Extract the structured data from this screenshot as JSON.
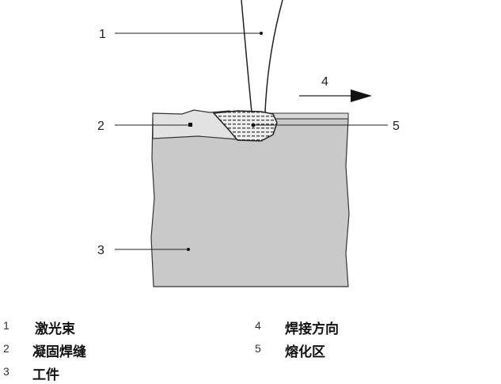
{
  "callouts": [
    "1",
    "2",
    "3",
    "4",
    "5"
  ],
  "legend": [
    {
      "num": "1",
      "text": "激光束"
    },
    {
      "num": "2",
      "text": "凝固焊缝"
    },
    {
      "num": "3",
      "text": "工件"
    },
    {
      "num": "4",
      "text": "焊接方向"
    },
    {
      "num": "5",
      "text": "熔化区"
    }
  ],
  "colors": {
    "workpiece": "#c9c9c9",
    "seam": "#e2e2e2",
    "line": "#222222"
  }
}
